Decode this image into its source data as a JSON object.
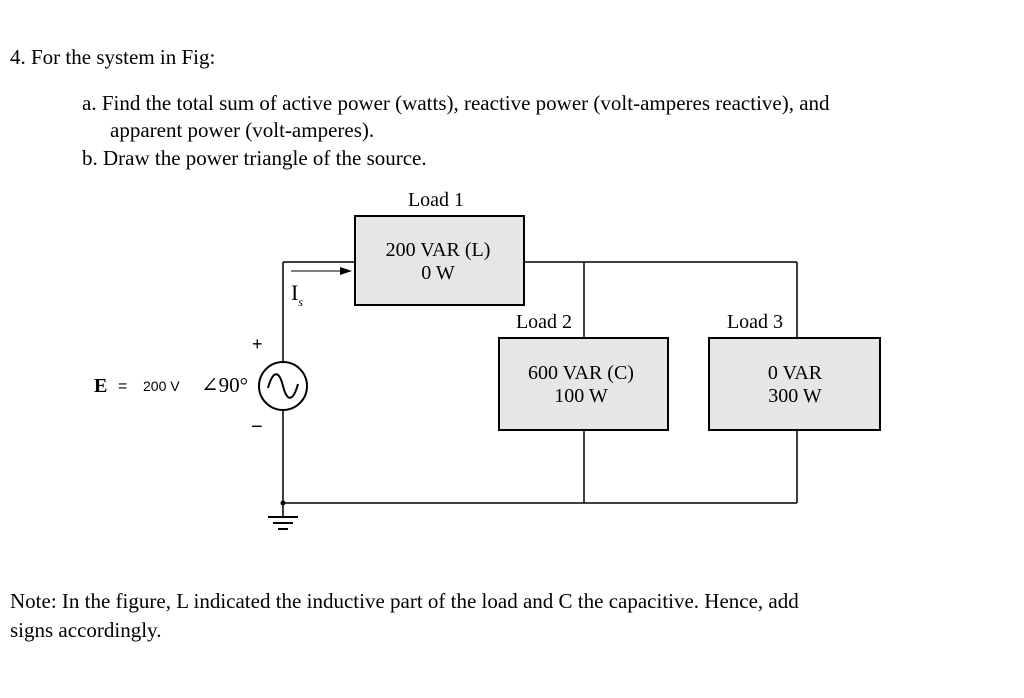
{
  "question": {
    "heading": "4. For the system in Fig:",
    "part_a_line1": "a. Find the total sum of active power (watts), reactive power (volt-amperes reactive), and",
    "part_a_line2": "apparent power (volt-amperes).",
    "part_b": "b. Draw the power triangle of the source."
  },
  "figure": {
    "source": {
      "symbol": "E",
      "equals": "=",
      "magnitude": "200 V",
      "angle": "∠90°",
      "plus": "+",
      "minus": "−",
      "current_label": "I",
      "current_subscript": "s"
    },
    "loads": [
      {
        "title": "Load 1",
        "line1": "200 VAR (L)",
        "line2": "0 W"
      },
      {
        "title": "Load 2",
        "line1": "600 VAR (C)",
        "line2": "100 W"
      },
      {
        "title": "Load 3",
        "line1": "0 VAR",
        "line2": "300 W"
      }
    ],
    "icons": [
      "ac-source-icon",
      "ground-icon",
      "current-arrow-icon"
    ]
  },
  "note": {
    "line1": "Note: In the figure, L indicated the inductive part of the load and C the capacitive. Hence, add",
    "line2": "signs accordingly."
  }
}
